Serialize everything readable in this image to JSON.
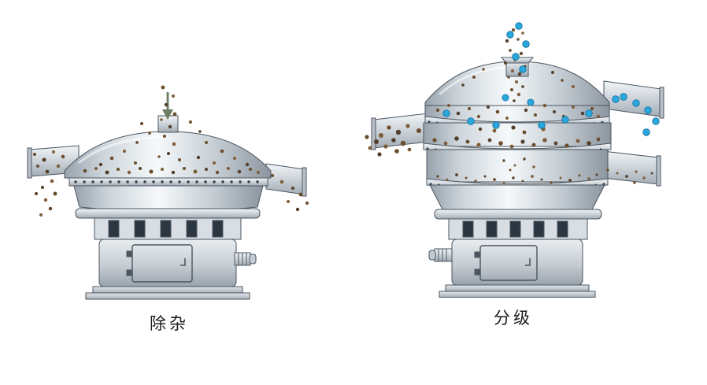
{
  "figures": [
    {
      "id": "impurity-removal",
      "label": "除杂"
    },
    {
      "id": "grading",
      "label": "分级"
    }
  ],
  "colors": {
    "background": "#ffffff",
    "machine_metal_light": "#f6f9fb",
    "machine_metal_dark": "#8c96a0",
    "outline": "#4c5660",
    "particle_brown": "#6b4d2c",
    "particle_blue": "#2aa7dc",
    "arrow_green": "#6d7d62",
    "label_text": "#1a1a1a"
  }
}
